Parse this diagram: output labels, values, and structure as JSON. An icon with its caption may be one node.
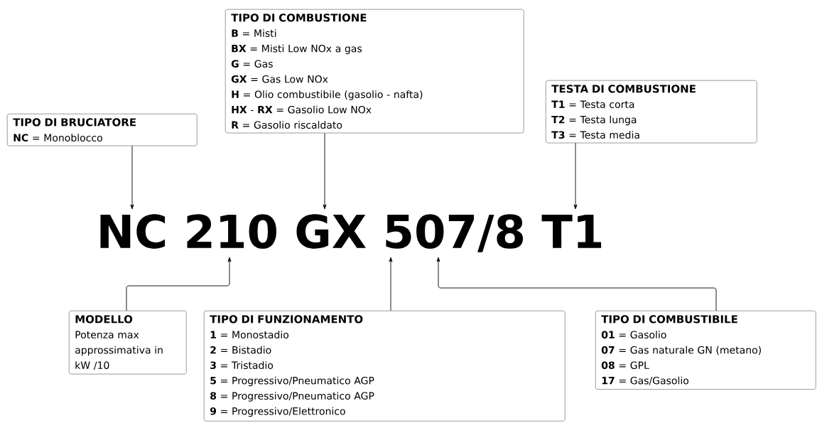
{
  "diagram": {
    "nodes": [
      {
        "text": [
          "TIPO DI BRUCIATORE",
          "**NC** = Monoblocco"
        ]
      },
      {
        "text": [
          "TIPO DI COMBUSTIONE",
          "**B** = Misti",
          "**BX** = Misti Low NOx a gas",
          "**G** = Gas",
          "**GX** = Gas Low NOx",
          "**H** = Olio combustibile (gasolio - nafta)",
          "**HX** - **RX** = Gasolio Low NOx",
          "**R** = Gasolio riscaldato"
        ]
      },
      {
        "text": [
          "TESTA DI COMBUSTIONE",
          "**T1** = Testa corta",
          "**T2** = Testa lunga",
          "**T3** = Testa media"
        ]
      },
      {
        "text": [
          "NC 210 GX 507/8 T1"
        ]
      },
      {
        "text": [
          "MODELLO",
          "Potenza max approssimativa in kW /10"
        ]
      },
      {
        "text": [
          "TIPO DI FUNZIONAMENTO",
          "**1** = Monostadio",
          "**2** = Bistadio",
          "**3** = Tristadio",
          "**5** = Progressivo/Pneumatico AGP",
          "**8** = Progressivo/Pneumatico AGP",
          "**9** = Progressivo/Elettronico"
        ]
      },
      {
        "text": [
          "TIPO DI COMBUSTIBILE",
          "**01** = Gasolio",
          "**07** = Gas naturale GN (metano)",
          "**08** = GPL",
          "**17** = Gas/Gasolio"
        ]
      }
    ],
    "edges": [
      {
        "from": 0,
        "to": 3,
        "arrow": "to"
      },
      {
        "from": 1,
        "to": 3,
        "arrow": "to"
      },
      {
        "from": 2,
        "to": 3,
        "arrow": "to"
      },
      {
        "from": 4,
        "to": 3,
        "arrow": "to"
      },
      {
        "from": 5,
        "to": 3,
        "arrow": "to"
      },
      {
        "from": 6,
        "to": 3,
        "arrow": "to"
      }
    ]
  }
}
